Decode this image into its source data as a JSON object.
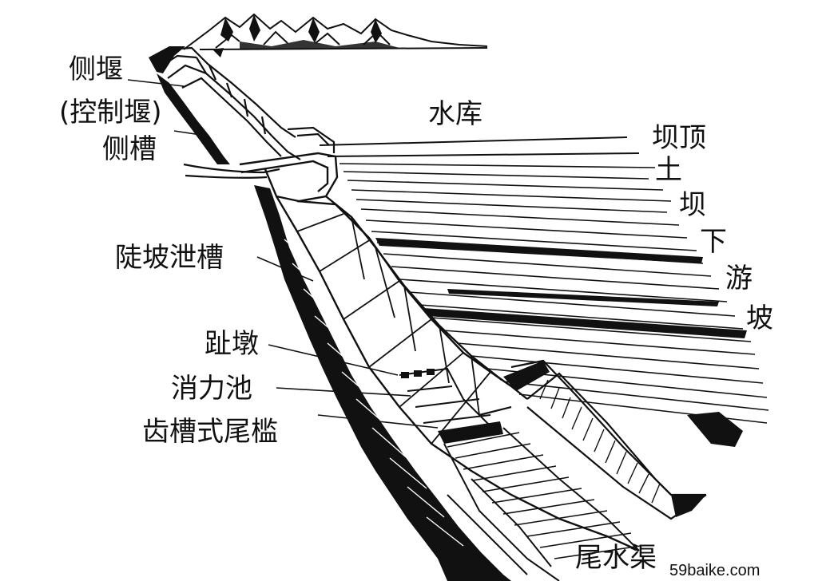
{
  "labels": {
    "side_weir": "侧堰",
    "control_weir": "(控制堰)",
    "side_channel": "侧槽",
    "reservoir": "水库",
    "dam_crest": "坝顶",
    "steep_chute": "陡坡泄槽",
    "toe_pier": "趾墩",
    "stilling_basin": "消力池",
    "dentated_end_sill": "齿槽式尾槛",
    "tailrace_channel": "尾水渠"
  },
  "vertical_label": {
    "chars": [
      "土",
      "坝",
      "下",
      "游",
      "坡"
    ]
  },
  "watermark": "59baike.com",
  "colors": {
    "ink": "#111111",
    "paper": "#ffffff"
  }
}
